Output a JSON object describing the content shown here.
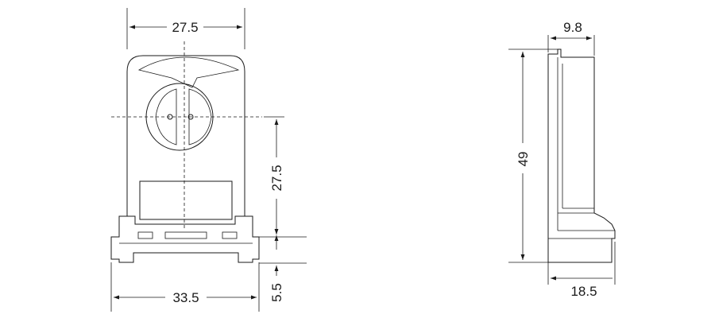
{
  "dimensions": {
    "front_width": "27.5",
    "front_height": "27.5",
    "base_width": "33.5",
    "base_height": "5.5",
    "side_depth": "9.8",
    "side_height": "49",
    "side_base_depth": "18.5"
  }
}
